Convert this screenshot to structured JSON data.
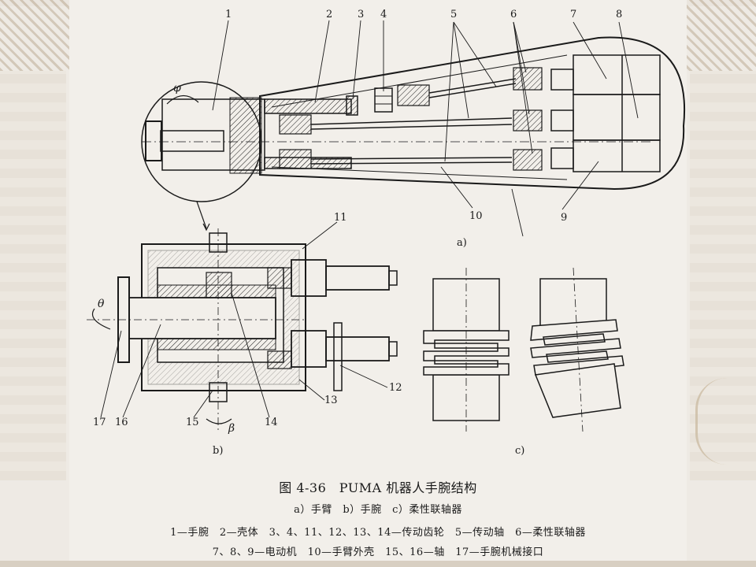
{
  "callouts_a": [
    "1",
    "2",
    "3",
    "4",
    "5",
    "6",
    "7",
    "8",
    "10",
    "9"
  ],
  "callouts_b": [
    "11",
    "12",
    "13",
    "14",
    "15",
    "16",
    "17"
  ],
  "angles": {
    "phi": "φ",
    "theta": "θ",
    "beta": "β"
  },
  "subfigure_labels": {
    "a": "a)",
    "b": "b)",
    "c": "c)"
  },
  "caption": {
    "title": "图 4-36　PUMA 机器人手腕结构",
    "subtitle": "a）手臂　b）手腕　c）柔性联轴器",
    "legend_line1": "1—手腕　2—壳体　3、4、11、12、13、14—传动齿轮　5—传动轴　6—柔性联轴器",
    "legend_line2": "7、8、9—电动机　10—手臂外壳　15、16—轴　17—手腕机械接口"
  },
  "colors": {
    "ink": "#1a1a1a",
    "paper": "#f2efea",
    "background": "#eeeae4"
  }
}
